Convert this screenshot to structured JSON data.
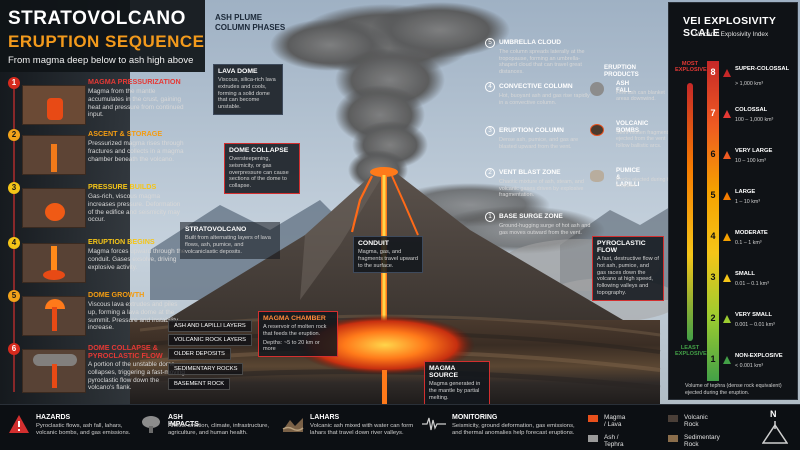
{
  "title": {
    "line1": "STRATOVOLCANO",
    "line2": "ERUPTION SEQUENCE",
    "subtitle": "From magma deep below to ash high above"
  },
  "plume_title": [
    "ASH PLUME",
    "COLUMN PHASES"
  ],
  "stages": [
    {
      "num": "1",
      "title": "MAGMA PRESSURIZATION",
      "color": "#e53935",
      "desc": "Magma from the mantle accumulates in the crust, gaining heat and pressure from continued input."
    },
    {
      "num": "2",
      "title": "ASCENT & STORAGE",
      "color": "#f39c12",
      "desc": "Pressurized magma rises through fractures and collects in a magma chamber beneath the volcano."
    },
    {
      "num": "3",
      "title": "PRESSURE BUILDS",
      "color": "#f5c518",
      "desc": "Gas-rich, viscous magma increases pressure. Deformation of the edifice and seismicity may occur."
    },
    {
      "num": "4",
      "title": "ERUPTION BEGINS",
      "color": "#f5c518",
      "desc": "Magma forces upward through the conduit. Gases exsolve, driving explosive activity."
    },
    {
      "num": "5",
      "title": "DOME GROWTH",
      "color": "#f39c12",
      "desc": "Viscous lava extrudes and piles up, forming a lava dome at the summit. Pressure and instability increase."
    },
    {
      "num": "6",
      "title": "DOME COLLAPSE & PYROCLASTIC FLOW",
      "color": "#e53935",
      "desc": "A portion of the unstable dome collapses, triggering a fast-moving pyroclastic flow down the volcano's flank."
    }
  ],
  "callouts": {
    "lava_dome": {
      "title": "LAVA DOME",
      "desc": "Viscous, silica-rich lava extrudes and cools, forming a solid dome that can become unstable."
    },
    "dome_collapse": {
      "title": "DOME COLLAPSE",
      "desc": "Oversteepening, seismicity, or gas overpressure can cause sections of the dome to collapse."
    },
    "stratovolcano": {
      "title": "STRATOVOLCANO",
      "desc": "Built from alternating layers of lava flows, ash, pumice, and volcaniclastic deposits."
    },
    "conduit": {
      "title": "CONDUIT",
      "desc": "Magma, gas, and fragments travel upward to the surface."
    },
    "magma_chamber": {
      "title": "MAGMA CHAMBER",
      "desc": "A reservoir of molten rock that feeds the eruption.",
      "depth": "Depths: ~5 to 20 km or more"
    },
    "magma_source": {
      "title": "MAGMA SOURCE",
      "desc": "Magma generated in the mantle by partial melting."
    },
    "pyroclastic_flow": {
      "title": "PYROCLASTIC FLOW",
      "desc": "A fast, destructive flow of hot ash, pumice, and gas races down the volcano at high speed, following valleys and topography."
    }
  },
  "plume_steps": [
    {
      "num": "5",
      "title": "UMBRELLA CLOUD",
      "desc": "The column spreads laterally at the tropopause, forming an umbrella-shaped cloud that can travel great distances."
    },
    {
      "num": "4",
      "title": "CONVECTIVE COLUMN",
      "desc": "Hot, buoyant ash and gas rise rapidly in a convective column."
    },
    {
      "num": "3",
      "title": "ERUPTION COLUMN",
      "desc": "Dense ash, pumice, and gas are blasted upward from the vent."
    },
    {
      "num": "2",
      "title": "VENT BLAST ZONE",
      "desc": "Chaotic mixture of ash, steam, and volcanic gases driven by explosive fragmentation."
    },
    {
      "num": "1",
      "title": "BASE SURGE ZONE",
      "desc": "Ground-hugging surge of hot ash and gas moves outward from the vent."
    }
  ],
  "products": {
    "heading": "ERUPTION PRODUCTS",
    "items": [
      {
        "title": "ASH FALL",
        "desc": "Fine ash can blanket areas downwind."
      },
      {
        "title": "VOLCANIC BOMBS",
        "desc": "Semi-molten fragments ejected from the vent follow ballistic arcs."
      },
      {
        "title": "PUMICE & LAPILLI",
        "desc": "Rocks ejected during the eruption."
      }
    ]
  },
  "layers": [
    "ASH AND LAPILLI LAYERS",
    "VOLCANIC ROCK LAYERS",
    "OLDER DEPOSITS",
    "SEDIMENTARY ROCKS",
    "BASEMENT ROCK"
  ],
  "vei": {
    "title": "VEI EXPLOSIVITY SCALE",
    "subtitle": "Volcanic Explosivity Index",
    "top_label": [
      "MOST",
      "EXPLOSIVE"
    ],
    "bottom_label": [
      "LEAST",
      "EXPLOSIVE"
    ],
    "levels": [
      {
        "num": "8",
        "label": "SUPER-COLOSSAL",
        "vol": "> 1,000 km³",
        "color": "#c62828"
      },
      {
        "num": "7",
        "label": "COLOSSAL",
        "vol": "100 – 1,000 km³",
        "color": "#e53935"
      },
      {
        "num": "6",
        "label": "VERY LARGE",
        "vol": "10 – 100 km³",
        "color": "#ef5a22"
      },
      {
        "num": "5",
        "label": "LARGE",
        "vol": "1 – 10 km³",
        "color": "#f57c00"
      },
      {
        "num": "4",
        "label": "MODERATE",
        "vol": "0.1 – 1 km³",
        "color": "#f5a000"
      },
      {
        "num": "3",
        "label": "SMALL",
        "vol": "0.01 – 0.1 km³",
        "color": "#f5c518"
      },
      {
        "num": "2",
        "label": "VERY SMALL",
        "vol": "0.001 – 0.01 km³",
        "color": "#9ccc30"
      },
      {
        "num": "1",
        "label": "NON-EXPLOSIVE",
        "vol": "< 0.001 km³",
        "color": "#43a047"
      }
    ],
    "footnote": "Volume of tephra (dense rock equivalent) ejected during the eruption."
  },
  "bottom": [
    {
      "title": "HAZARDS",
      "desc": "Pyroclastic flows, ash fall, lahars, volcanic bombs, and gas emissions.",
      "icon": "warning-icon"
    },
    {
      "title": "ASH IMPACTS",
      "desc": "Affects aviation, climate, infrastructure, agriculture, and human health.",
      "icon": "ash-cloud-icon"
    },
    {
      "title": "LAHARS",
      "desc": "Volcanic ash mixed with water can form lahars that travel down river valleys.",
      "icon": "lahar-icon"
    },
    {
      "title": "MONITORING",
      "desc": "Seismicity, ground deformation, gas emissions, and thermal anomalies help forecast eruptions.",
      "icon": "seismograph-icon"
    }
  ],
  "legend": [
    {
      "label": "Magma / Lava",
      "color": "#e8501c"
    },
    {
      "label": "Volcanic Rock",
      "color": "#4a3f38"
    },
    {
      "label": "Ash / Tephra",
      "color": "#9a9a9a"
    },
    {
      "label": "Sedimentary Rock",
      "color": "#8a6d4b"
    }
  ],
  "north_label": "N"
}
